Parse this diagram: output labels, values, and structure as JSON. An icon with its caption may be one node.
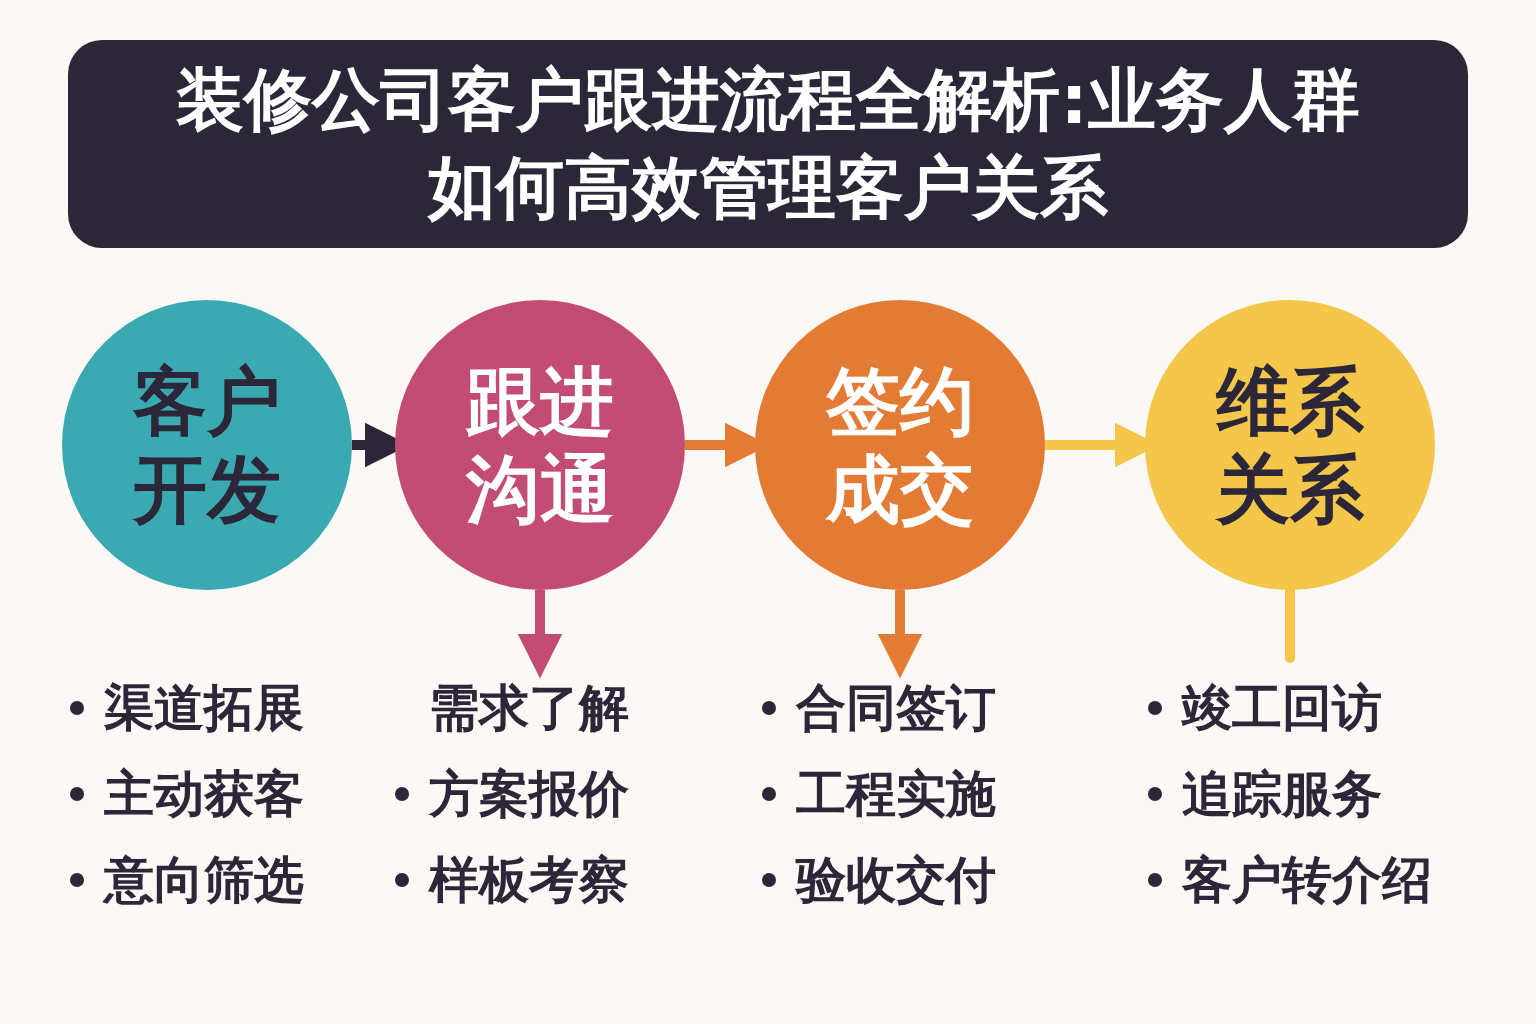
{
  "diagram": {
    "title": "装修公司客户跟进流程全解析:业务人群如何高效管理客户关系",
    "nodes": [
      {
        "text": [
          "客户开发"
        ]
      },
      {
        "text": [
          "跟进沟通"
        ]
      },
      {
        "text": [
          "签约成交"
        ]
      },
      {
        "text": [
          "维系关系"
        ]
      },
      {
        "text": [
          "渠道拓展",
          "主动获客",
          "意向筛选"
        ]
      },
      {
        "text": [
          "需求了解",
          "方案报价",
          "样板考察"
        ]
      },
      {
        "text": [
          "合同签订",
          "工程实施",
          "验收交付"
        ]
      },
      {
        "text": [
          "竣工回访",
          "追踪服务",
          "客户转介绍"
        ]
      }
    ],
    "edges": [
      {
        "from": 0,
        "to": 1,
        "arrow": "to",
        "color": "#2b2638"
      },
      {
        "from": 1,
        "to": 2,
        "arrow": "to",
        "color": "#e47b35"
      },
      {
        "from": 2,
        "to": 3,
        "arrow": "to",
        "color": "#f4c64a"
      },
      {
        "from": 1,
        "to": 5,
        "arrow": "to",
        "color": "#c34c74"
      },
      {
        "from": 2,
        "to": 6,
        "arrow": "to",
        "color": "#e47b35"
      },
      {
        "from": 3,
        "to": 7,
        "arrow": "none",
        "color": "#f4c64a"
      }
    ]
  }
}
